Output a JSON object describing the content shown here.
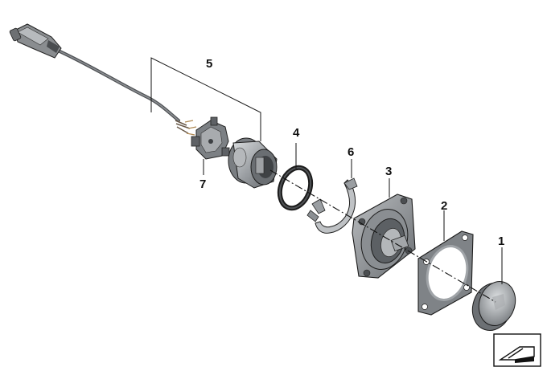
{
  "callouts": {
    "one": "1",
    "two": "2",
    "three": "3",
    "four": "4",
    "five": "5",
    "six": "6",
    "seven": "7"
  },
  "colors": {
    "line": "#1a1a1a",
    "metal_dark": "#6e7276",
    "metal_mid": "#9a9ea2",
    "metal_light": "#c9ccce",
    "cable": "#5b5e61"
  },
  "icons": {
    "corner_badge": "view-direction-icon"
  }
}
